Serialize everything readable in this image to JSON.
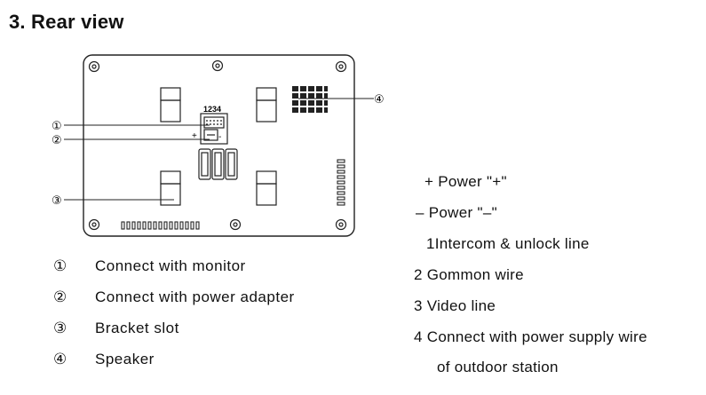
{
  "title": "3. Rear view",
  "diagram": {
    "dip_label": "1234",
    "plus_mark": "+",
    "minus_mark": "-",
    "callouts": [
      "①",
      "②",
      "③",
      "④"
    ]
  },
  "legend_left": [
    {
      "num": "①",
      "text": "Connect with monitor"
    },
    {
      "num": "②",
      "text": "Connect with power adapter"
    },
    {
      "num": "③",
      "text": "Bracket slot"
    },
    {
      "num": "④",
      "text": "Speaker"
    }
  ],
  "legend_right": [
    {
      "text": "+  Power \"+\""
    },
    {
      "text": "–   Power   \"–\""
    },
    {
      "text": "1Intercom & unlock line"
    },
    {
      "text": "2 Gommon wire"
    },
    {
      "text": "3 Video line"
    },
    {
      "text": "4 Connect with power supply wire"
    },
    {
      "text": "of outdoor station"
    }
  ]
}
